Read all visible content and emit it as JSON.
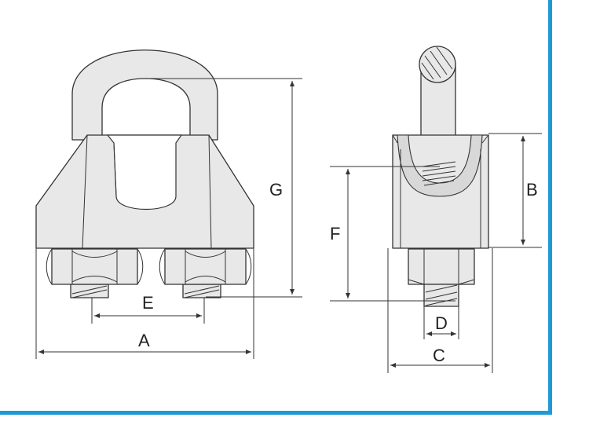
{
  "colors": {
    "frame": "#1e9ad6",
    "stroke": "#333333",
    "part_fill": "#e8e8e8"
  },
  "dimensions": {
    "a": "A",
    "b": "B",
    "c": "C",
    "d": "D",
    "e": "E",
    "f": "F",
    "g": "G"
  }
}
